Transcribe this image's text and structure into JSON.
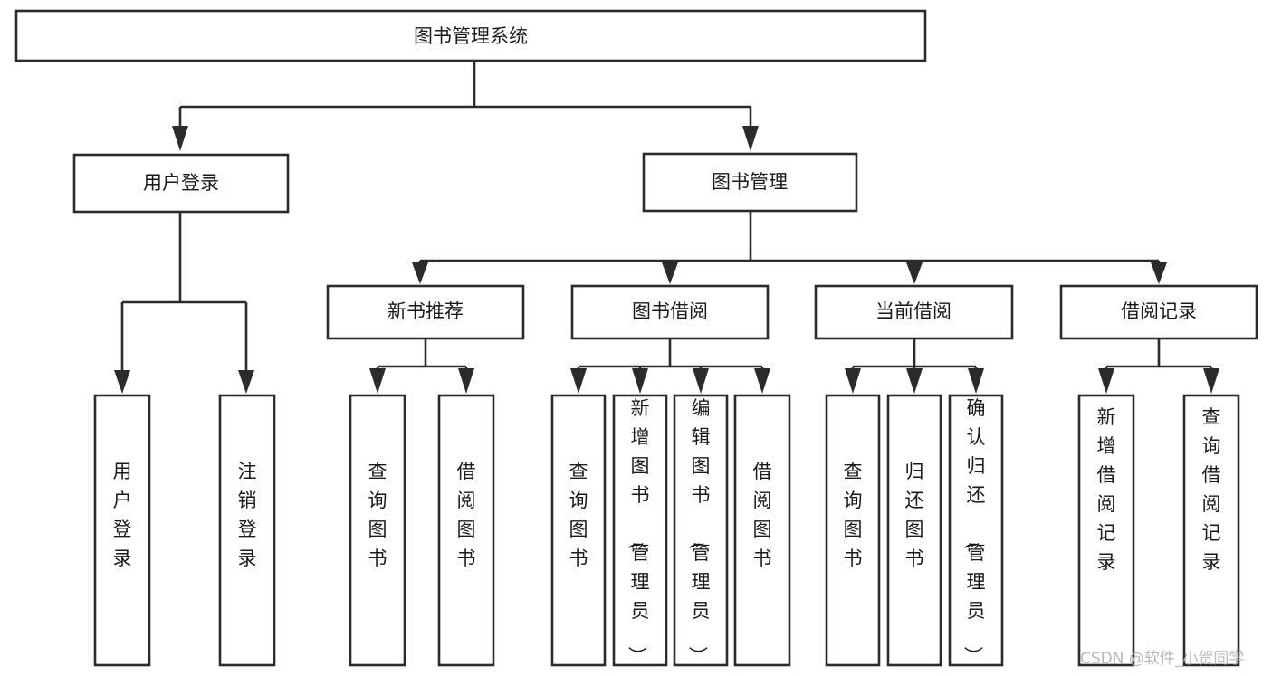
{
  "diagram": {
    "title": "图书管理系统",
    "type": "hierarchy-tree",
    "levels": 4,
    "colors": {
      "box_fill": "#ffffff",
      "box_stroke": "#2b2b2b",
      "text": "#1a1a1a",
      "background": "#ffffff",
      "watermark": "#b9b9b9"
    },
    "root": {
      "label": "图书管理系统"
    },
    "level2": [
      {
        "label": "用户登录"
      },
      {
        "label": "图书管理"
      }
    ],
    "level3": [
      {
        "label": "新书推荐"
      },
      {
        "label": "图书借阅"
      },
      {
        "label": "当前借阅"
      },
      {
        "label": "借阅记录"
      }
    ],
    "leaves": {
      "user_login": [
        {
          "label": "用户登录"
        },
        {
          "label": "注销登录"
        }
      ],
      "new_book_recommend": [
        {
          "label": "查询图书"
        },
        {
          "label": "借阅图书"
        }
      ],
      "book_borrow": [
        {
          "label": "查询图书"
        },
        {
          "label": "新增图书（管理员）"
        },
        {
          "label": "编辑图书（管理员）"
        },
        {
          "label": "借阅图书"
        }
      ],
      "current_borrow": [
        {
          "label": "查询图书"
        },
        {
          "label": "归还图书"
        },
        {
          "label": "确认归还（管理员）"
        }
      ],
      "borrow_record": [
        {
          "label": "新增借阅记录"
        },
        {
          "label": "查询借阅记录"
        }
      ]
    }
  },
  "watermark": {
    "text": "CSDN @软件_小贺同学"
  }
}
